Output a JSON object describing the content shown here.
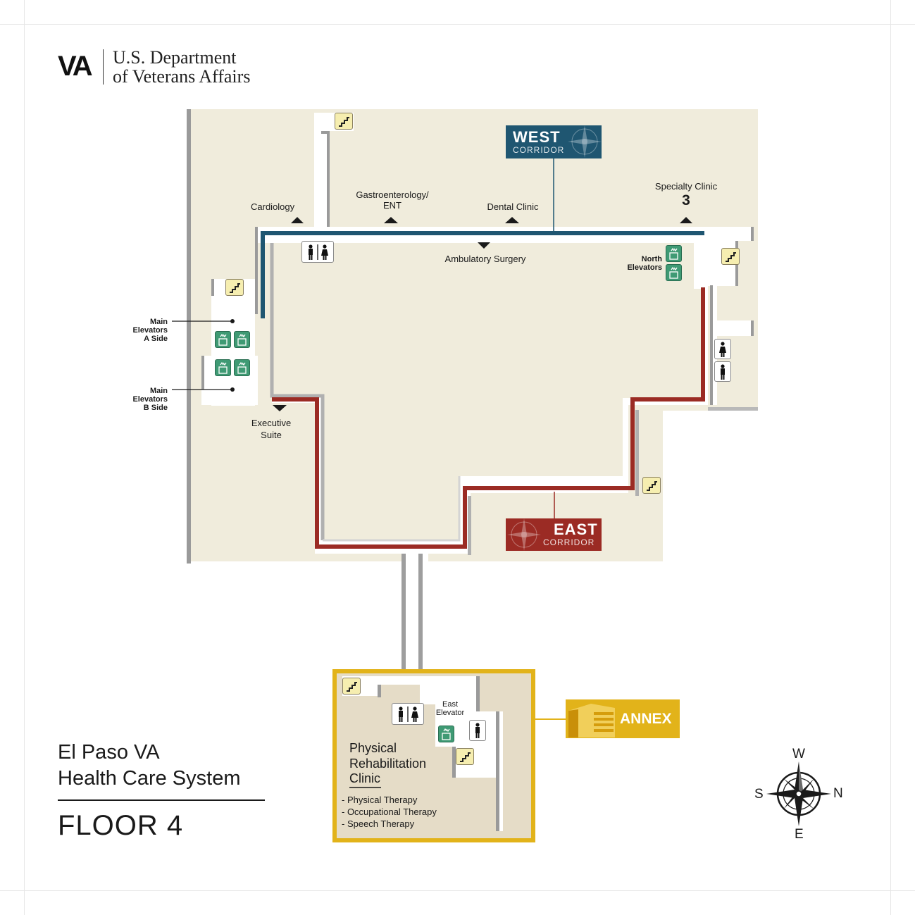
{
  "header": {
    "logo_text": "VA",
    "department_line1": "U.S. Department",
    "department_line2": "of Veterans Affairs"
  },
  "facility": {
    "name_line1": "El Paso VA",
    "name_line2": "Health Care System",
    "floor": "FLOOR 4"
  },
  "corridors": {
    "west": {
      "big": "WEST",
      "small": "CORRIDOR",
      "color": "#1f5671"
    },
    "east": {
      "big": "EAST",
      "small": "CORRIDOR",
      "color": "#9b2b24"
    }
  },
  "annex": {
    "label": "ANNEX",
    "color": "#e2b31a"
  },
  "rooms": {
    "cardiology": "Cardiology",
    "gastro_line1": "Gastroenterology/",
    "gastro_line2": "ENT",
    "dental": "Dental Clinic",
    "specialty_line1": "Specialty Clinic",
    "specialty_number": "3",
    "ambulatory": "Ambulatory Surgery",
    "north_elev_line1": "North",
    "north_elev_line2": "Elevators",
    "main_a_line1": "Main",
    "main_a_line2": "Elevators",
    "main_a_line3": "A Side",
    "main_b_line1": "Main",
    "main_b_line2": "Elevators",
    "main_b_line3": "B Side",
    "executive_line1": "Executive",
    "executive_line2": "Suite",
    "east_elev_line1": "East",
    "east_elev_line2": "Elevator"
  },
  "clinic": {
    "title_line1": "Physical",
    "title_line2": "Rehabilitation",
    "title_line3": "Clinic",
    "services": [
      "- Physical Therapy",
      "- Occupational Therapy",
      "- Speech Therapy"
    ]
  },
  "compass": {
    "top": "W",
    "bottom": "E",
    "left": "S",
    "right": "N"
  },
  "colors": {
    "floor": "#f0ecdc",
    "annex_floor": "#e5dcc7",
    "hallway": "#ffffff",
    "wall_shadow": "#b8b8b8",
    "west_path": "#1f5671",
    "east_path": "#9b2b24"
  }
}
